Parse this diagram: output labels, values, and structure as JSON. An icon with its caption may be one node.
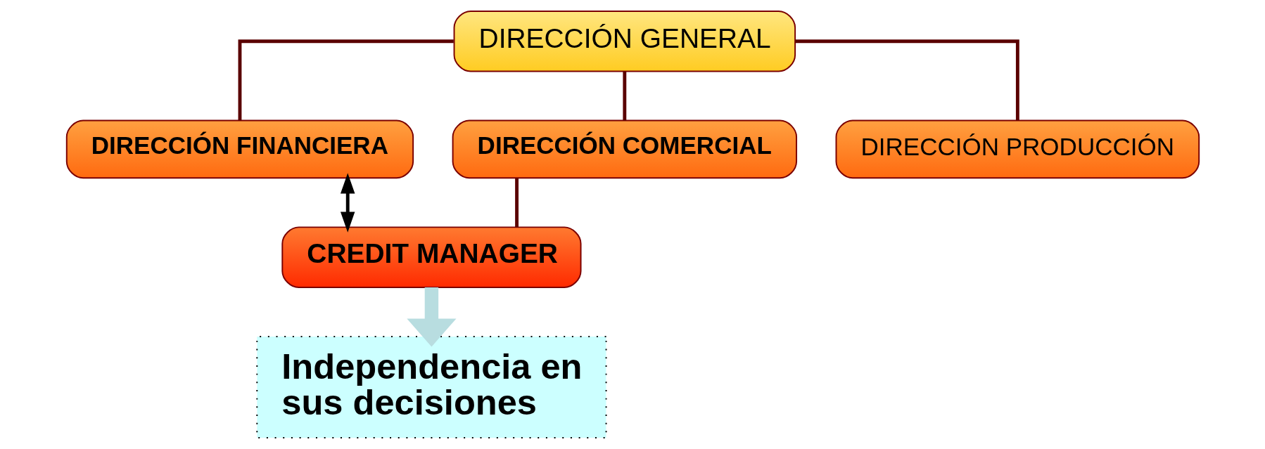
{
  "diagram": {
    "nodes": [
      {
        "text": [
          "DIRECCIÓN GENERAL"
        ]
      },
      {
        "text": [
          "DIRECCIÓN FINANCIERA"
        ]
      },
      {
        "text": [
          "DIRECCIÓN COMERCIAL"
        ]
      },
      {
        "text": [
          "DIRECCIÓN PRODUCCIÓN"
        ]
      },
      {
        "text": [
          "CREDIT MANAGER"
        ]
      },
      {
        "text": [
          "Independencia en sus decisiones"
        ]
      }
    ],
    "edges": [
      {
        "from": 0,
        "to": 1,
        "arrow": "none"
      },
      {
        "from": 0,
        "to": 2,
        "arrow": "none"
      },
      {
        "from": 0,
        "to": 3,
        "arrow": "none"
      },
      {
        "from": 1,
        "to": 4,
        "arrow": "both",
        "color": "#000000"
      },
      {
        "from": 2,
        "to": 4,
        "arrow": "none"
      },
      {
        "from": 4,
        "to": 5,
        "arrow": "to",
        "style": "thick",
        "color": "#b8dde0"
      }
    ]
  }
}
